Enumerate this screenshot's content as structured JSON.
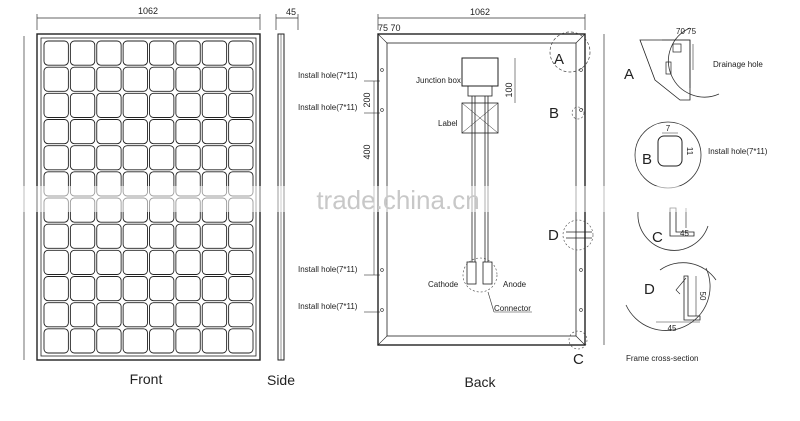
{
  "views": {
    "front": "Front",
    "side": "Side",
    "back": "Back"
  },
  "dimensions": {
    "front_width": "1062",
    "side_thickness": "45",
    "back_width": "1062",
    "back_left_offsets": "75 70",
    "detail_a_offsets": "70 75",
    "hole_spacing_top": "200",
    "hole_spacing_mid": "400",
    "jbox_offset": "100",
    "detail_b_width": "7",
    "detail_b_height": "11",
    "detail_c_width": "45",
    "detail_d_width": "45",
    "detail_d_height": "50"
  },
  "labels": {
    "install_hole": "Install hole(7*11)",
    "junction_box": "Junction box",
    "label": "Label",
    "cathode": "Cathode",
    "anode": "Anode",
    "connector": "Connector",
    "drainage_hole": "Drainage hole",
    "frame_cross_section": "Frame cross-section"
  },
  "details": {
    "a": "A",
    "b": "B",
    "c": "C",
    "d": "D"
  },
  "watermark": "trade.china.cn"
}
